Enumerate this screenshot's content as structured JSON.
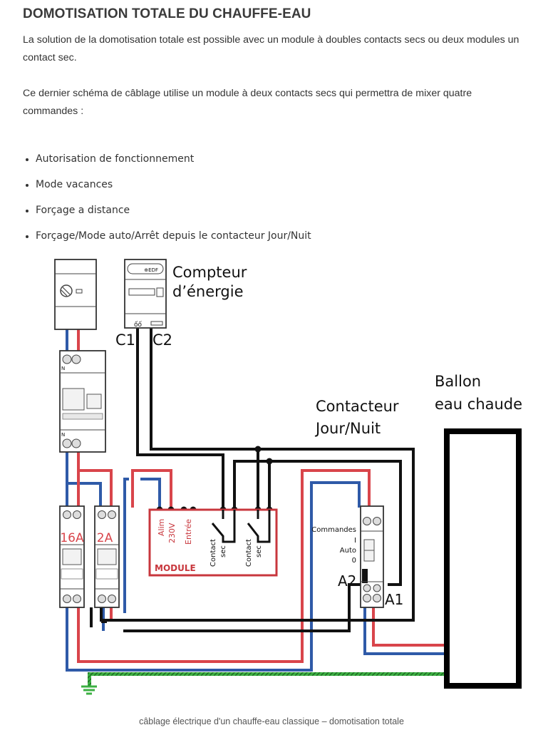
{
  "article": {
    "title": "DOMOTISATION TOTALE DU CHAUFFE-EAU",
    "paragraphs": [
      "La solution de la domotisation totale est possible avec un module à doubles contacts secs ou deux modules un contact sec.",
      "Ce dernier schéma de câblage utilise un module à deux contacts secs qui permettra de mixer quatre commandes :"
    ],
    "list": [
      "Autorisation de fonctionnement",
      "Mode vacances",
      "Forçage a distance",
      "Forçage/Mode auto/Arrêt depuis le contacteur Jour/Nuit"
    ]
  },
  "diagram": {
    "meter_label_line1": "Compteur",
    "meter_label_line2": "d’énergie",
    "meter_brand": "⊕EDF",
    "terminal_c1": "C1",
    "terminal_c2": "C2",
    "breaker_16a": "16A",
    "breaker_2a": "2A",
    "module_title": "MODULE",
    "module_alim": "Alim",
    "module_230v": "230V",
    "module_entree": "Entrée",
    "contact_line1": "Contact",
    "contact_line2": "sec",
    "contactor_label_line1": "Contacteur",
    "contactor_label_line2": "Jour/Nuit",
    "contactor_commands": "Commandes",
    "contactor_cmd_on": "I",
    "contactor_cmd_auto": "Auto",
    "contactor_cmd_off": "0",
    "terminal_a1": "A1",
    "terminal_a2": "A2",
    "tank_label_line1": "Ballon",
    "tank_label_line2": "eau chaude",
    "neutral_marker": "N",
    "colors": {
      "phase": "#d9454b",
      "neutral": "#2f5aa8",
      "control": "#111111",
      "earth": "#3cb043",
      "module": "#c8373d"
    }
  },
  "caption": "câblage électrique d'un chauffe-eau classique – domotisation totale"
}
